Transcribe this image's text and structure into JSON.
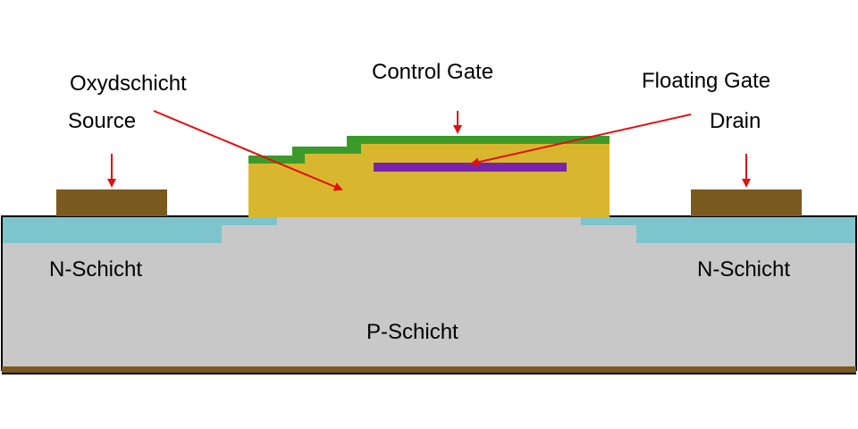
{
  "labels": {
    "oxide": "Oxydschicht",
    "source": "Source",
    "control_gate": "Control Gate",
    "floating_gate": "Floating Gate",
    "drain": "Drain",
    "n_left": "N-Schicht",
    "n_right": "N-Schicht",
    "p_layer": "P-Schicht"
  },
  "colors": {
    "substrate": "#c8c8c8",
    "n_region": "#7ec4cc",
    "oxide": "#d8b72e",
    "control_gate": "#3c9a2a",
    "floating_gate": "#7a22a8",
    "contact": "#7a5a1e",
    "arrow": "#e01010",
    "outline": "#000000"
  }
}
